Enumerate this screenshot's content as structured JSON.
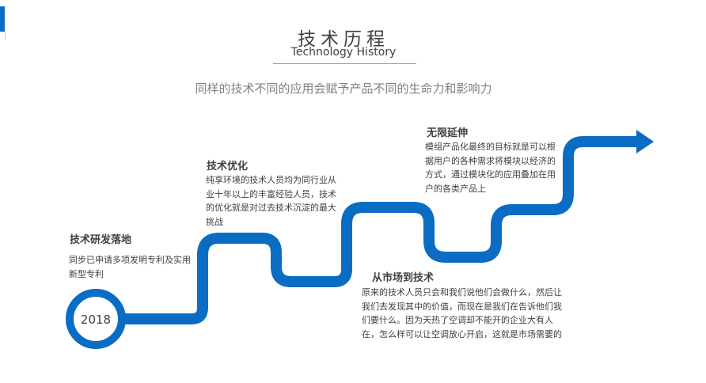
{
  "header": {
    "title_cn": "技术历程",
    "title_en": "Technology History",
    "subtitle": "同样的技术不同的应用会赋予产品不同的生命力和影响力"
  },
  "timeline": {
    "start_year": "2018",
    "color_primary": "#0b6cc4",
    "color_ring": "#0b6cc4",
    "stages": [
      {
        "title": "技术研发落地",
        "body": "同步已申请多项发明专利及实用新型专利"
      },
      {
        "title": "技术优化",
        "body": "纯享环境的技术人员均为同行业从业十年以上的丰富经验人员，技术的优化就是对过去技术沉淀的最大挑战"
      },
      {
        "title": "从市场到技术",
        "body": "原来的技术人员只会和我们说他们会做什么，然后让我们去发现其中的价值，而现在是我们在告诉他们我们要什么。因为天热了空调却不能开的企业大有人在，怎么样可以让空调放心开启，这就是市场需要的"
      },
      {
        "title": "无限延伸",
        "body": "模组产品化最终的目标就是可以根据用户的各种需求将模块以经济的方式，通过模块化的应用叠加在用户的各类产品上"
      }
    ]
  }
}
